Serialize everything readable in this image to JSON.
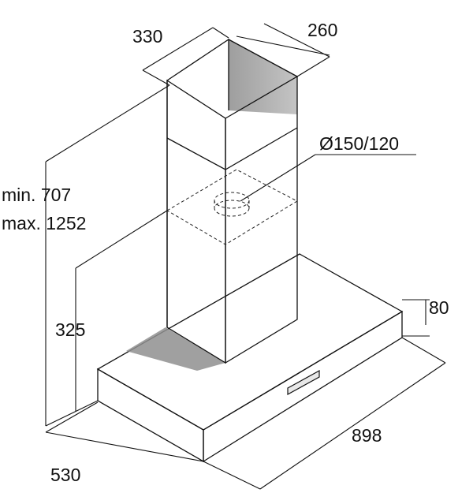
{
  "dimensions": {
    "duct_width": "330",
    "duct_depth": "260",
    "outlet_diameter": "Ø150/120",
    "height_min": "min. 707",
    "height_max": "max. 1252",
    "canopy_height": "325",
    "canopy_thickness": "80",
    "width": "898",
    "depth": "530"
  },
  "colors": {
    "stainless_light": "#d8d8d8",
    "stainless_mid": "#bdbdbd",
    "stainless_dark": "#a9a9a9",
    "line": "#111111"
  }
}
